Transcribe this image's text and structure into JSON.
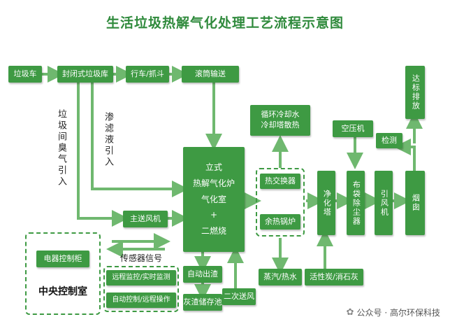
{
  "title": "生活垃圾热解气化处理工艺流程示意图",
  "nodes": {
    "lajiche": "垃圾车",
    "fengbi": "封闭式垃圾库",
    "xingche": "行车/抓斗",
    "guntong": "滚筒输送",
    "furnace_l1": "立式",
    "furnace_l2": "热解气化炉",
    "furnace_l3": "气化室",
    "furnace_l4": "+",
    "furnace_l5": "二燃烧",
    "xunhuan": "循环冷却水\n冷却塔散热",
    "rejiaohuan": "热交换器",
    "yure": "余热锅炉",
    "zhengqi": "蒸汽/热水",
    "huoxingtan": "活性炭/消石灰",
    "jinghua": "净化塔",
    "budai": "布袋除尘器",
    "yinfeng": "引风机",
    "yancong": "烟囱",
    "jiance": "检测",
    "kongya": "空压机",
    "dabiao": "达标排放",
    "zhusong": "主送风机",
    "chuzha": "自动出渣",
    "huizha": "灰渣储存池",
    "ercisong": "二次送风",
    "dianqi": "电器控制柜",
    "yuancheng1": "远程监控/实时监测",
    "yuancheng2": "自动控制/远程操作"
  },
  "labels": {
    "choqi": "垃圾间臭气引入",
    "shenlv": "渗滤液引入",
    "chuanganqi": "传感器信号",
    "zhongyang": "中央控制室"
  },
  "watermark": "公众号 · 高尔环保科技",
  "colors": {
    "box": "#3e9a43",
    "arrow": "#6fb86f",
    "title": "#2f8a3c"
  }
}
